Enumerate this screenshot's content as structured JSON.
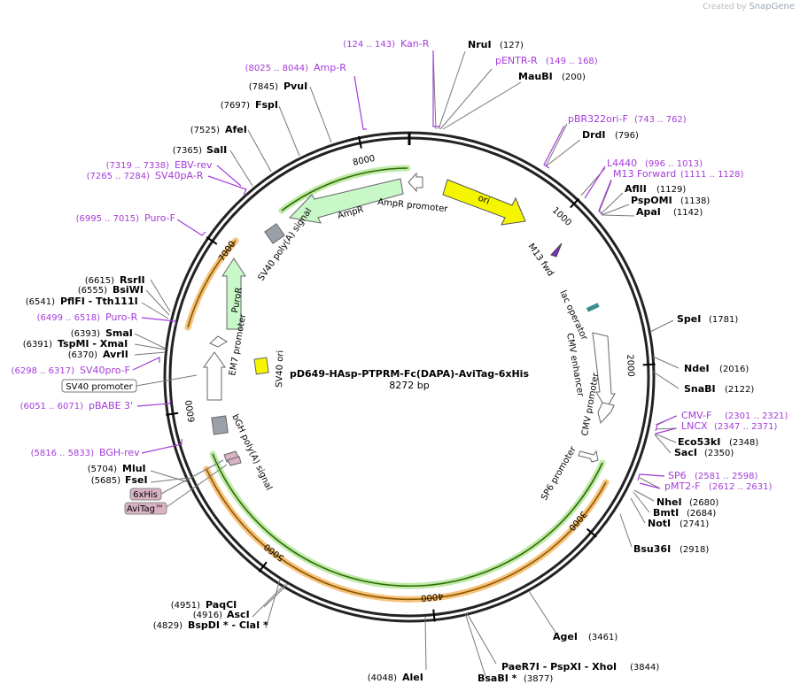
{
  "header": {
    "created_by": "Created by",
    "brand": "SnapGene"
  },
  "plasmid": {
    "name": "pD649-HAsp-PTPRM-Fc(DAPA)-AviTag-6xHis",
    "length_label": "8272 bp",
    "length": 8272
  },
  "ticks": [
    {
      "label": "1000",
      "bp": 1000
    },
    {
      "label": "2000",
      "bp": 2000
    },
    {
      "label": "3000",
      "bp": 3000
    },
    {
      "label": "4000",
      "bp": 4000
    },
    {
      "label": "5000",
      "bp": 5000
    },
    {
      "label": "6000",
      "bp": 6000
    },
    {
      "label": "7000",
      "bp": 7000
    },
    {
      "label": "8000",
      "bp": 8000
    }
  ],
  "sites_right": [
    {
      "name": "NruI",
      "pos": "(127)"
    },
    {
      "name": "MauBI",
      "pos": "(200)"
    },
    {
      "name": "DrdI",
      "pos": "(796)"
    },
    {
      "name": "AflII",
      "pos": "(1129)"
    },
    {
      "name": "PspOMI",
      "pos": "(1138)"
    },
    {
      "name": "ApaI",
      "pos": "(1142)"
    },
    {
      "name": "SpeI",
      "pos": "(1781)"
    },
    {
      "name": "NdeI",
      "pos": "(2016)"
    },
    {
      "name": "SnaBI",
      "pos": "(2122)"
    },
    {
      "name": "Eco53kI",
      "pos": "(2348)"
    },
    {
      "name": "SacI",
      "pos": "(2350)"
    },
    {
      "name": "NheI",
      "pos": "(2680)"
    },
    {
      "name": "BmtI",
      "pos": "(2684)"
    },
    {
      "name": "NotI",
      "pos": "(2741)"
    },
    {
      "name": "Bsu36I",
      "pos": "(2918)"
    },
    {
      "name": "AgeI",
      "pos": "(3461)"
    },
    {
      "name": "PaeR7I  -  PspXI  -  XhoI",
      "pos": "(3844)"
    },
    {
      "name": "BsaBI *",
      "pos": "(3877)"
    }
  ],
  "sites_left": [
    {
      "name": "AleI",
      "pos": "(4048)"
    },
    {
      "name": "PaqCI",
      "pos": "(4951)"
    },
    {
      "name": "AscI",
      "pos": "(4916)"
    },
    {
      "name": "BspDI *  -  ClaI *",
      "pos": "(4829)"
    },
    {
      "name": "MluI",
      "pos": "(5704)"
    },
    {
      "name": "FseI",
      "pos": "(5685)"
    },
    {
      "name": "AvrII",
      "pos": "(6370)"
    },
    {
      "name": "TspMI  -  XmaI",
      "pos": "(6391)"
    },
    {
      "name": "SmaI",
      "pos": "(6393)"
    },
    {
      "name": "PflFI  -  Tth111I",
      "pos": "(6541)"
    },
    {
      "name": "BsiWI",
      "pos": "(6555)"
    },
    {
      "name": "RsrII",
      "pos": "(6615)"
    },
    {
      "name": "SalI",
      "pos": "(7365)"
    },
    {
      "name": "AfeI",
      "pos": "(7525)"
    },
    {
      "name": "FspI",
      "pos": "(7697)"
    },
    {
      "name": "PvuI",
      "pos": "(7845)"
    }
  ],
  "primers": [
    {
      "name": "Kan-R",
      "pos": "(124 .. 143)"
    },
    {
      "name": "pENTR-R",
      "pos": "(149 .. 168)"
    },
    {
      "name": "pBR322ori-F",
      "pos": "(743 .. 762)"
    },
    {
      "name": "L4440",
      "pos": "(996 .. 1013)"
    },
    {
      "name": "M13 Forward",
      "pos": "(1111 .. 1128)"
    },
    {
      "name": "CMV-F",
      "pos": "(2301 .. 2321)"
    },
    {
      "name": "LNCX",
      "pos": "(2347 .. 2371)"
    },
    {
      "name": "SP6",
      "pos": "(2581 .. 2598)"
    },
    {
      "name": "pMT2-F",
      "pos": "(2612 .. 2631)"
    },
    {
      "name": "BGH-rev",
      "pos": "(5816 .. 5833)"
    },
    {
      "name": "pBABE 3'",
      "pos": "(6051 .. 6071)"
    },
    {
      "name": "SV40pro-F",
      "pos": "(6298 .. 6317)"
    },
    {
      "name": "Puro-R",
      "pos": "(6499 .. 6518)"
    },
    {
      "name": "Puro-F",
      "pos": "(6995 .. 7015)"
    },
    {
      "name": "SV40pA-R",
      "pos": "(7265 .. 7284)"
    },
    {
      "name": "EBV-rev",
      "pos": "(7319 .. 7338)"
    },
    {
      "name": "Amp-R",
      "pos": "(8025 .. 8044)"
    }
  ],
  "boxed_features": [
    {
      "name": "SV40 promoter"
    },
    {
      "name": "6xHis"
    },
    {
      "name": "AviTag™"
    }
  ],
  "features": [
    {
      "name": "ori"
    },
    {
      "name": "AmpR promoter"
    },
    {
      "name": "AmpR"
    },
    {
      "name": "SV40 poly(A) signal"
    },
    {
      "name": "PuroR"
    },
    {
      "name": "EM7 promoter"
    },
    {
      "name": "SV40 ori"
    },
    {
      "name": "bGH poly(A) signal"
    },
    {
      "name": "M13 fwd"
    },
    {
      "name": "lac operator"
    },
    {
      "name": "CMV enhancer"
    },
    {
      "name": "CMV promoter"
    },
    {
      "name": "SP6 promoter"
    }
  ],
  "colors": {
    "ori": "#f5f500",
    "ampr": "#c8f7c8",
    "primer": "#a43bd8",
    "gray": "#9aa0a8",
    "orange_glow": "#f7c27a",
    "green_glow": "#8ed36b",
    "tag": "#d9b3c3"
  }
}
